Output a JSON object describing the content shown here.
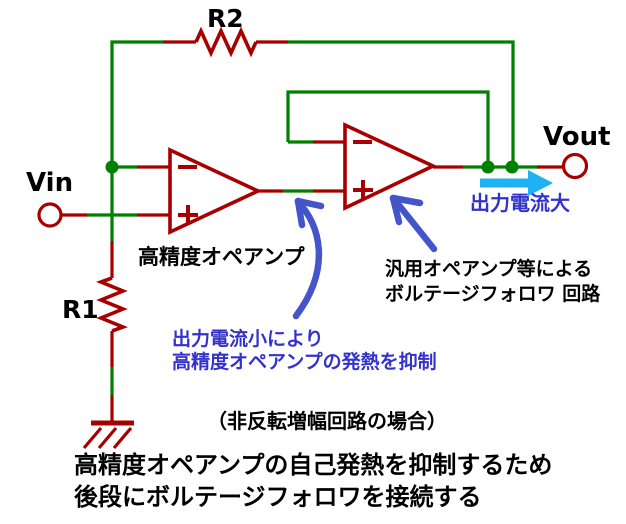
{
  "colors": {
    "wire_green": "#008000",
    "component_red": "#A80000",
    "annotation_blue": "#4455CC",
    "text_blue": "#3333CC",
    "arrow_cyan": "#1EB2F5",
    "text_black": "#000000",
    "background": "#FFFFFF"
  },
  "schematic": {
    "input_label": "Vin",
    "output_label": "Vout",
    "resistor_feedback_label": "R2",
    "resistor_ground_label": "R1",
    "opamp1_caption": "高精度オペアンプ",
    "opamp2_caption_line1": "汎用オペアンプ等による",
    "opamp2_caption_line2": "ボルテージフォロワ 回路"
  },
  "annotations": {
    "output_current_large": "出力電流大",
    "output_current_small_line1": "出力電流小により",
    "output_current_small_line2": "高精度オペアンプの発熱を抑制",
    "case_note": "（非反転増幅回路の場合）",
    "footer_line1": "高精度オペアンプの自己発熱を抑制するため",
    "footer_line2": "後段にボルテージフォロワを接続する"
  },
  "icons": {
    "curved_arrow": "hand-drawn blue arrow pointing to precision op-amp output wire",
    "straight_arrow": "hand-drawn blue arrow pointing to voltage follower op-amp",
    "current_arrow": "cyan right arrow showing large output current direction"
  }
}
